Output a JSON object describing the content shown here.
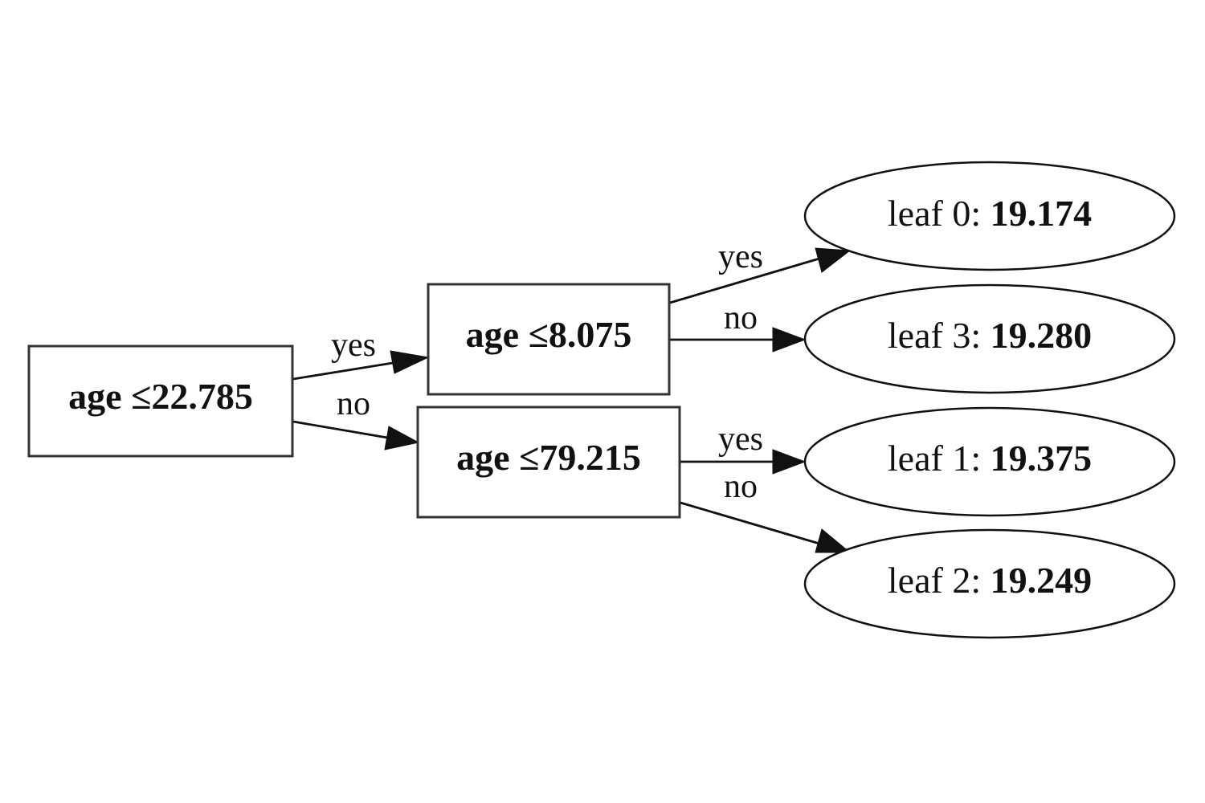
{
  "tree": {
    "nodes": [
      {
        "id": "split0",
        "label": "age ≤22.785"
      },
      {
        "id": "split1",
        "label": "age ≤8.075"
      },
      {
        "id": "split2",
        "label": "age ≤79.215"
      }
    ],
    "leaves": [
      {
        "id": "leaf0",
        "prefix": "leaf 0: ",
        "value": "19.174"
      },
      {
        "id": "leaf3",
        "prefix": "leaf 3: ",
        "value": "19.280"
      },
      {
        "id": "leaf1",
        "prefix": "leaf 1: ",
        "value": "19.375"
      },
      {
        "id": "leaf2",
        "prefix": "leaf 2: ",
        "value": "19.249"
      }
    ],
    "edges": [
      {
        "id": "e0",
        "from": "split0",
        "to": "split1",
        "label": "yes"
      },
      {
        "id": "e1",
        "from": "split0",
        "to": "split2",
        "label": "no"
      },
      {
        "id": "e2",
        "from": "split1",
        "to": "leaf0",
        "label": "yes"
      },
      {
        "id": "e3",
        "from": "split1",
        "to": "leaf3",
        "label": "no"
      },
      {
        "id": "e4",
        "from": "split2",
        "to": "leaf1",
        "label": "yes"
      },
      {
        "id": "e5",
        "from": "split2",
        "to": "leaf2",
        "label": "no"
      }
    ]
  }
}
